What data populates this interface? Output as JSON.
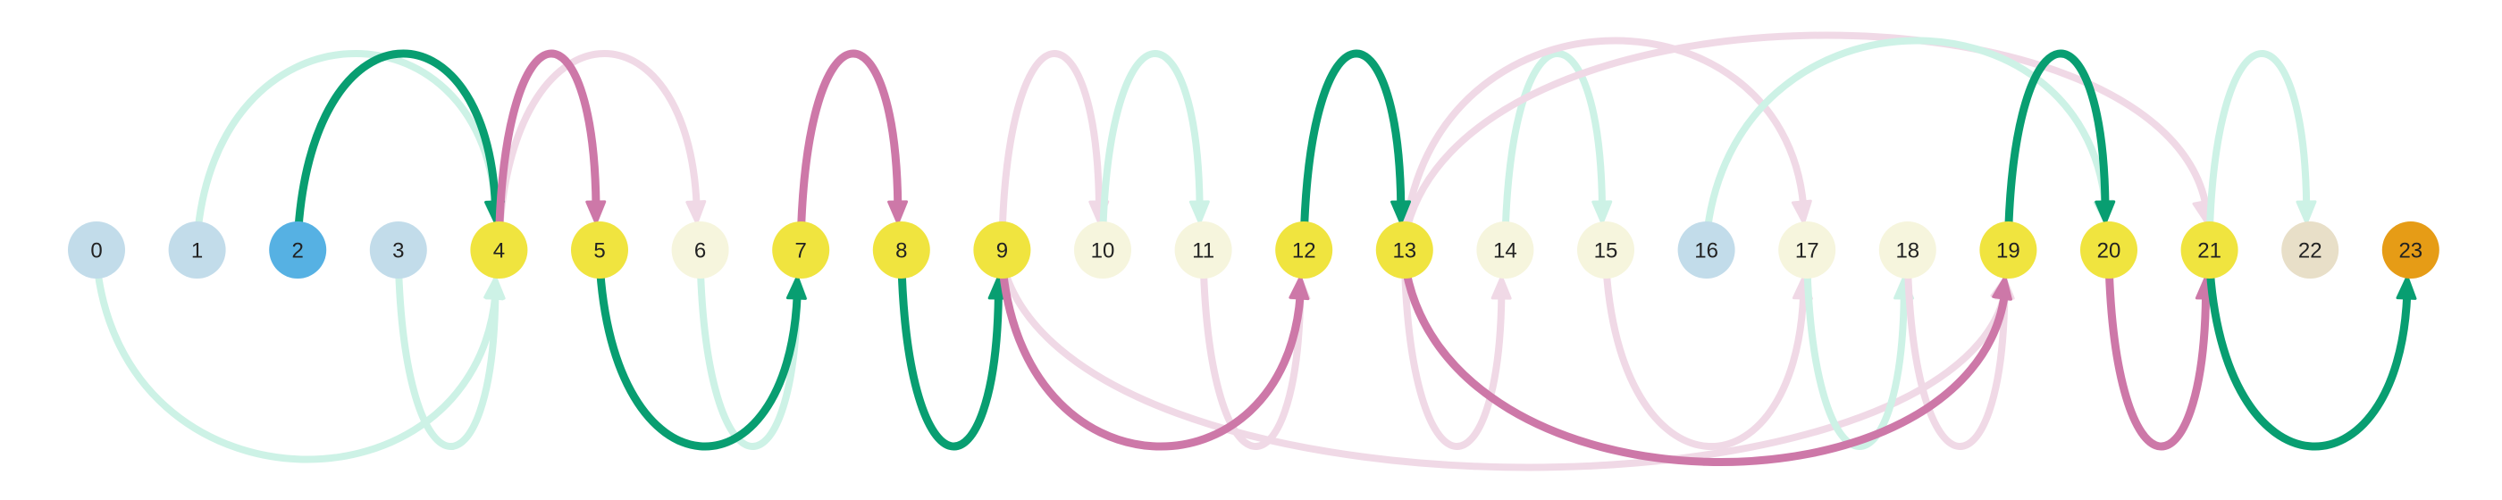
{
  "colors": {
    "green_strong": "#089e71",
    "green_light": "#cdf2e6",
    "pink_strong": "#cd78a8",
    "pink_light": "#f0d9e6",
    "node_yellow": "#f0e43f",
    "node_pale_yellow": "#f6f5dd",
    "node_light_blue": "#c2dcea",
    "node_blue": "#56b1e3",
    "node_beige": "#e8dfc8",
    "node_orange": "#e69c16"
  },
  "nodes": [
    {
      "label": "0",
      "color": "node_light_blue"
    },
    {
      "label": "1",
      "color": "node_light_blue"
    },
    {
      "label": "2",
      "color": "node_blue"
    },
    {
      "label": "3",
      "color": "node_light_blue"
    },
    {
      "label": "4",
      "color": "node_yellow"
    },
    {
      "label": "5",
      "color": "node_yellow"
    },
    {
      "label": "6",
      "color": "node_pale_yellow"
    },
    {
      "label": "7",
      "color": "node_yellow"
    },
    {
      "label": "8",
      "color": "node_yellow"
    },
    {
      "label": "9",
      "color": "node_yellow"
    },
    {
      "label": "10",
      "color": "node_pale_yellow"
    },
    {
      "label": "11",
      "color": "node_pale_yellow"
    },
    {
      "label": "12",
      "color": "node_yellow"
    },
    {
      "label": "13",
      "color": "node_yellow"
    },
    {
      "label": "14",
      "color": "node_pale_yellow"
    },
    {
      "label": "15",
      "color": "node_pale_yellow"
    },
    {
      "label": "16",
      "color": "node_light_blue"
    },
    {
      "label": "17",
      "color": "node_pale_yellow"
    },
    {
      "label": "18",
      "color": "node_pale_yellow"
    },
    {
      "label": "19",
      "color": "node_yellow"
    },
    {
      "label": "20",
      "color": "node_yellow"
    },
    {
      "label": "21",
      "color": "node_yellow"
    },
    {
      "label": "22",
      "color": "node_beige"
    },
    {
      "label": "23",
      "color": "node_orange"
    }
  ],
  "edges": [
    {
      "from": 1,
      "to": 4,
      "side": "top",
      "color": "green_light",
      "strong": false
    },
    {
      "from": 2,
      "to": 4,
      "side": "top",
      "color": "green_strong",
      "strong": true
    },
    {
      "from": 4,
      "to": 5,
      "side": "top",
      "color": "pink_strong",
      "strong": true
    },
    {
      "from": 4,
      "to": 6,
      "side": "top",
      "color": "pink_light",
      "strong": false
    },
    {
      "from": 7,
      "to": 8,
      "side": "top",
      "color": "pink_strong",
      "strong": true
    },
    {
      "from": 9,
      "to": 10,
      "side": "top",
      "color": "pink_light",
      "strong": false
    },
    {
      "from": 10,
      "to": 11,
      "side": "top",
      "color": "green_light",
      "strong": false
    },
    {
      "from": 12,
      "to": 13,
      "side": "top",
      "color": "green_strong",
      "strong": true
    },
    {
      "from": 14,
      "to": 15,
      "side": "top",
      "color": "green_light",
      "strong": false
    },
    {
      "from": 13,
      "to": 17,
      "side": "top",
      "color": "pink_light",
      "strong": false
    },
    {
      "from": 13,
      "to": 21,
      "side": "top",
      "color": "pink_light",
      "strong": false
    },
    {
      "from": 16,
      "to": 20,
      "side": "top",
      "color": "green_light",
      "strong": false
    },
    {
      "from": 19,
      "to": 20,
      "side": "top",
      "color": "green_strong",
      "strong": true
    },
    {
      "from": 21,
      "to": 22,
      "side": "top",
      "color": "green_light",
      "strong": false
    },
    {
      "from": 0,
      "to": 4,
      "side": "bottom",
      "color": "green_light",
      "strong": false
    },
    {
      "from": 3,
      "to": 4,
      "side": "bottom",
      "color": "green_light",
      "strong": false
    },
    {
      "from": 5,
      "to": 7,
      "side": "bottom",
      "color": "green_strong",
      "strong": true
    },
    {
      "from": 6,
      "to": 7,
      "side": "bottom",
      "color": "green_light",
      "strong": false
    },
    {
      "from": 8,
      "to": 9,
      "side": "bottom",
      "color": "green_strong",
      "strong": true
    },
    {
      "from": 9,
      "to": 12,
      "side": "bottom",
      "color": "pink_strong",
      "strong": true
    },
    {
      "from": 11,
      "to": 12,
      "side": "bottom",
      "color": "pink_light",
      "strong": false
    },
    {
      "from": 9,
      "to": 19,
      "side": "bottom",
      "color": "pink_light",
      "strong": false
    },
    {
      "from": 13,
      "to": 14,
      "side": "bottom",
      "color": "pink_light",
      "strong": false
    },
    {
      "from": 13,
      "to": 19,
      "side": "bottom",
      "color": "pink_strong",
      "strong": true
    },
    {
      "from": 15,
      "to": 17,
      "side": "bottom",
      "color": "pink_light",
      "strong": false
    },
    {
      "from": 17,
      "to": 18,
      "side": "bottom",
      "color": "green_light",
      "strong": false
    },
    {
      "from": 18,
      "to": 19,
      "side": "bottom",
      "color": "pink_light",
      "strong": false
    },
    {
      "from": 20,
      "to": 21,
      "side": "bottom",
      "color": "pink_strong",
      "strong": true
    },
    {
      "from": 21,
      "to": 23,
      "side": "bottom",
      "color": "green_strong",
      "strong": true
    }
  ]
}
